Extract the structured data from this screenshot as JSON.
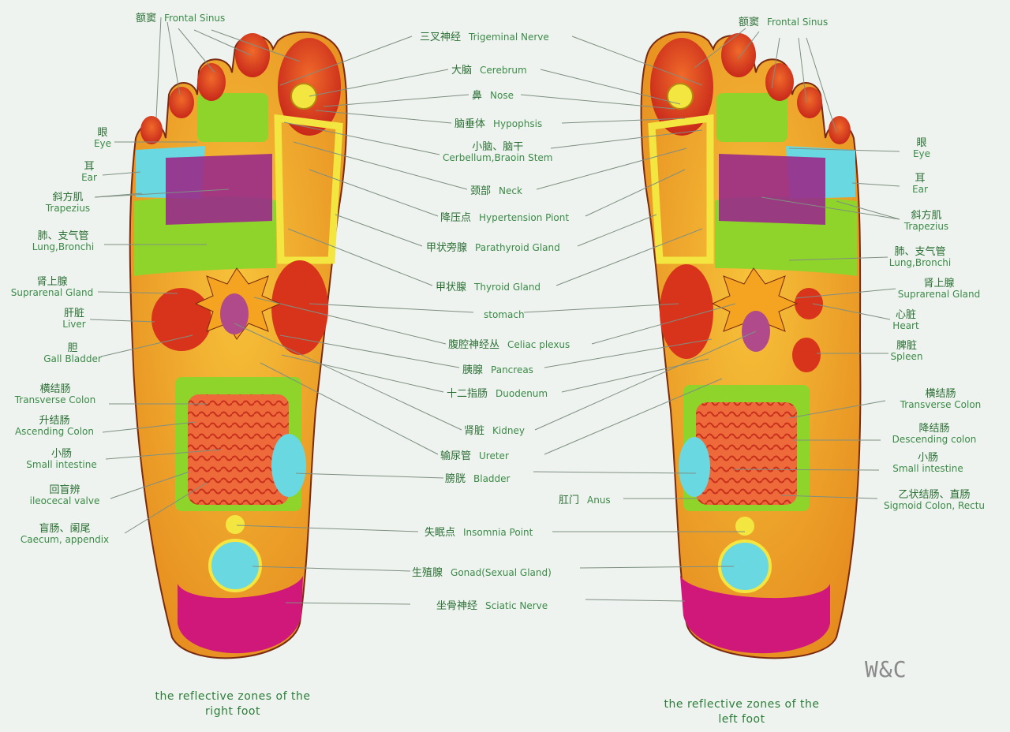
{
  "watermark": "W&C",
  "captions": {
    "right_foot": [
      "the reflective zones of the",
      "right foot"
    ],
    "left_foot": [
      "the reflective zones of the",
      "left foot"
    ]
  },
  "center_labels": [
    {
      "zh": "三叉神经",
      "en": "Trigeminal Nerve"
    },
    {
      "zh": "大脑",
      "en": "Cerebrum"
    },
    {
      "zh": "鼻",
      "en": "Nose"
    },
    {
      "zh": "脑垂体",
      "en": "Hypophsis"
    },
    {
      "zh": "小脑、脑干",
      "en": "Cerbellum,Braoin Stem"
    },
    {
      "zh": "颈部",
      "en": "Neck"
    },
    {
      "zh": "降压点",
      "en": "Hypertension Piont"
    },
    {
      "zh": "甲状旁腺",
      "en": "Parathyroid Gland"
    },
    {
      "zh": "甲状腺",
      "en": "Thyroid Gland"
    },
    {
      "zh": "",
      "en": "stomach"
    },
    {
      "zh": "腹腔神经丛",
      "en": "Celiac plexus"
    },
    {
      "zh": "胰腺",
      "en": "Pancreas"
    },
    {
      "zh": "十二指肠",
      "en": "Duodenum"
    },
    {
      "zh": "肾脏",
      "en": "Kidney"
    },
    {
      "zh": "输尿管",
      "en": "Ureter"
    },
    {
      "zh": "膀胱",
      "en": "Bladder"
    },
    {
      "zh": "肛门",
      "en": "Anus"
    },
    {
      "zh": "失眠点",
      "en": "Insomnia Point"
    },
    {
      "zh": "生殖腺",
      "en": "Gonad(Sexual Gland)"
    },
    {
      "zh": "坐骨神经",
      "en": "Sciatic Nerve"
    }
  ],
  "left_side_labels": [
    {
      "zh": "额窦",
      "en": "Frontal Sinus"
    },
    {
      "zh": "眼",
      "en": "Eye"
    },
    {
      "zh": "耳",
      "en": "Ear"
    },
    {
      "zh": "斜方肌",
      "en": "Trapezius"
    },
    {
      "zh": "肺、支气管",
      "en": "Lung,Bronchi"
    },
    {
      "zh": "肾上腺",
      "en": "Suprarenal Gland"
    },
    {
      "zh": "肝脏",
      "en": "Liver"
    },
    {
      "zh": "胆",
      "en": "Gall Bladder"
    },
    {
      "zh": "横结肠",
      "en": "Transverse Colon"
    },
    {
      "zh": "升结肠",
      "en": "Ascending Colon"
    },
    {
      "zh": "小肠",
      "en": "Small intestine"
    },
    {
      "zh": "回盲辨",
      "en": "ileocecal valve"
    },
    {
      "zh": "盲肠、阑尾",
      "en": "Caecum, appendix"
    }
  ],
  "right_side_labels": [
    {
      "zh": "额窦",
      "en": "Frontal Sinus"
    },
    {
      "zh": "眼",
      "en": "Eye"
    },
    {
      "zh": "耳",
      "en": "Ear"
    },
    {
      "zh": "斜方肌",
      "en": "Trapezius"
    },
    {
      "zh": "肺、支气管",
      "en": "Lung,Bronchi"
    },
    {
      "zh": "肾上腺",
      "en": "Suprarenal Gland"
    },
    {
      "zh": "心脏",
      "en": "Heart"
    },
    {
      "zh": "脾脏",
      "en": "Spleen"
    },
    {
      "zh": "横结肠",
      "en": "Transverse Colon"
    },
    {
      "zh": "降结肠",
      "en": "Descending colon"
    },
    {
      "zh": "小肠",
      "en": "Small intestine"
    },
    {
      "zh": "乙状结肠、直肠",
      "en": "Sigmoid Colon, Rectu"
    }
  ],
  "colors": {
    "background": "#eef3ef",
    "label_green": "#2e7d3a",
    "foot_orange": "#f0a030",
    "foot_green": "#8fd42a",
    "organ_red": "#d8341c",
    "heel_magenta": "#d0187a",
    "cyan": "#6ad8e0",
    "yellow": "#f4e640",
    "purple": "#9a2a8a"
  }
}
